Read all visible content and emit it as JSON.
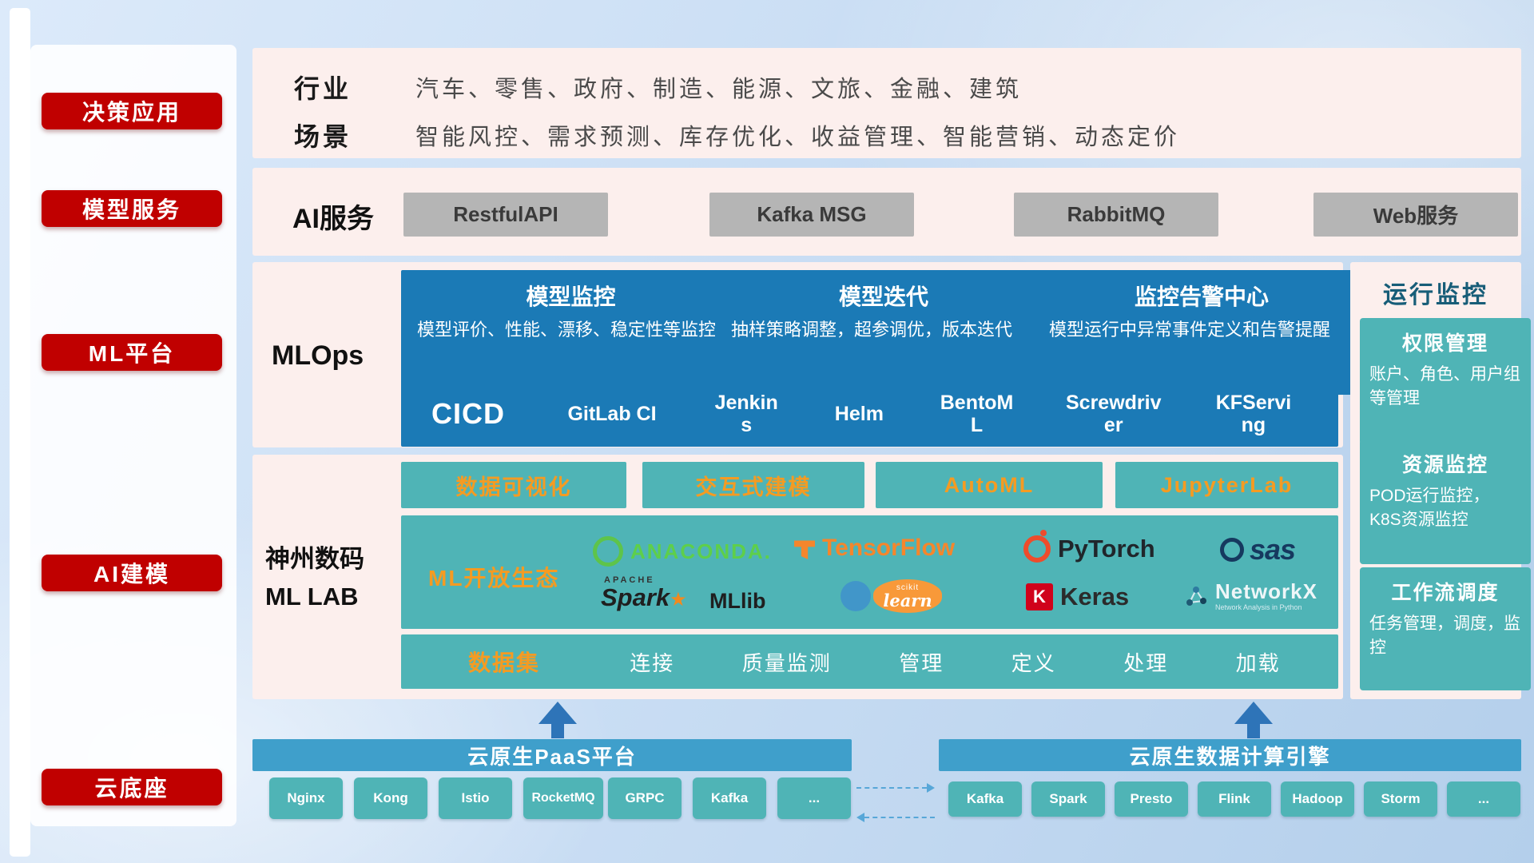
{
  "sidebar": {
    "items": [
      "决策应用",
      "模型服务",
      "ML平台",
      "AI建模",
      "云底座"
    ]
  },
  "industry_band": {
    "row1_label": "行业",
    "row1_text": "汽车、零售、政府、制造、能源、文旅、金融、建筑",
    "row2_label": "场景",
    "row2_text": "智能风控、需求预测、库存优化、收益管理、智能营销、动态定价"
  },
  "ai_service_band": {
    "label": "AI服务",
    "buttons": [
      "RestfulAPI",
      "Kafka MSG",
      "RabbitMQ",
      "Web服务"
    ]
  },
  "mlops": {
    "label": "MLOps",
    "cards": [
      {
        "title": "模型监控",
        "desc": "模型评价、性能、漂移、稳定性等监控"
      },
      {
        "title": "模型迭代",
        "desc": "抽样策略调整，超参调优，版本迭代"
      },
      {
        "title": "监控告警中心",
        "desc": "模型运行中异常事件定义和告警提醒"
      }
    ],
    "cicd_label": "CICD",
    "cicd_tools": [
      "GitLab CI",
      "Jenkins",
      "Helm",
      "BentoML",
      "Screwdriver",
      "KFServing"
    ]
  },
  "mllab": {
    "label_line1": "神州数码",
    "label_line2": "ML LAB",
    "feature_buttons": [
      "数据可视化",
      "交互式建模",
      "AutoML",
      "JupyterLab"
    ],
    "eco_label": "ML开放生态",
    "logos": {
      "anaconda": "ANACONDA.",
      "tensorflow": "TensorFlow",
      "pytorch": "PyTorch",
      "sas": "sas",
      "spark_small": "APACHE",
      "spark": "Spark",
      "spark_star": "★",
      "mllib": "MLlib",
      "scikit_small": "scikit",
      "scikit": "learn",
      "keras_k": "K",
      "keras": "Keras",
      "networkx": "NetworkX",
      "networkx_sub": "Network Analysis in Python"
    },
    "data_label": "数据集",
    "data_items": [
      "连接",
      "质量监测",
      "管理",
      "定义",
      "处理",
      "加载"
    ]
  },
  "monitor": {
    "title": "运行监控",
    "cards": [
      {
        "title": "权限管理",
        "desc": "账户、角色、用户组等管理"
      },
      {
        "title": "资源监控",
        "desc": "POD运行监控，K8S资源监控"
      },
      {
        "title": "工作流调度",
        "desc": "任务管理，调度，监控"
      }
    ]
  },
  "bottom": {
    "left_title": "云原生PaaS平台",
    "left_items": [
      "Nginx",
      "Kong",
      "Istio",
      "RocketMQ",
      "GRPC",
      "Kafka",
      "..."
    ],
    "right_title": "云原生数据计算引擎",
    "right_items": [
      "Kafka",
      "Spark",
      "Presto",
      "Flink",
      "Hadoop",
      "Storm",
      "..."
    ]
  },
  "colors": {
    "red": "#c00000",
    "band_pink": "#fcefed",
    "blue": "#1b7ab6",
    "teal": "#4fb4b6",
    "orange": "#f59b22",
    "header_blue": "#3f9fcb",
    "gray_button": "#b5b5b5"
  }
}
